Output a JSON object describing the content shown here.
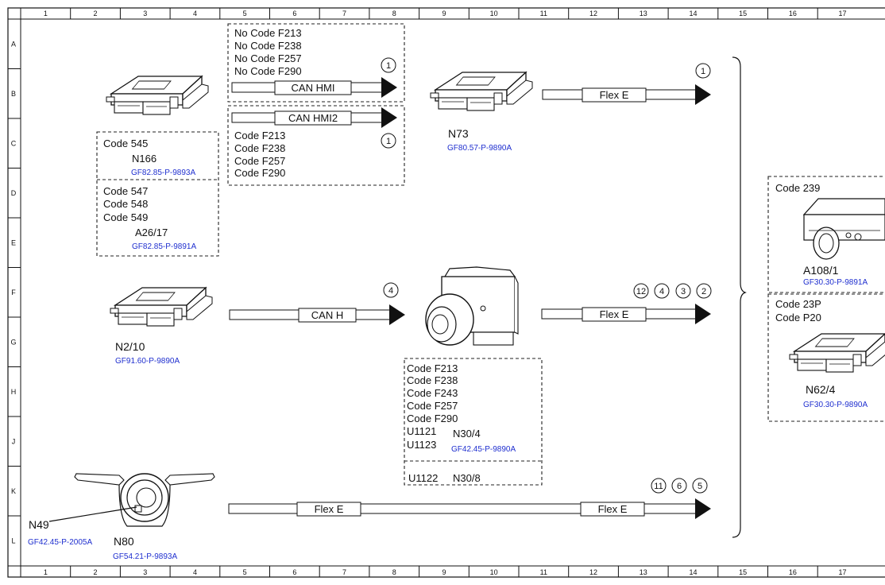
{
  "grid": {
    "columns": [
      "1",
      "2",
      "3",
      "4",
      "5",
      "6",
      "7",
      "8",
      "9",
      "10",
      "11",
      "12",
      "13",
      "14",
      "15",
      "16",
      "17"
    ],
    "rows": [
      "A",
      "B",
      "C",
      "D",
      "E",
      "F",
      "G",
      "H",
      "J",
      "K",
      "L"
    ]
  },
  "boxes": {
    "no_code": [
      "No Code F213",
      "No Code F238",
      "No Code F257",
      "No Code F290"
    ],
    "code_f": [
      "Code F213",
      "Code F238",
      "Code F257",
      "Code F290"
    ],
    "code545": {
      "code": "Code 545",
      "name": "N166",
      "ref": "GF82.85-P-9893A"
    },
    "code547": {
      "codes": [
        "Code 547",
        "Code 548",
        "Code 549"
      ],
      "name": "A26/17",
      "ref": "GF82.85-P-9891A"
    },
    "n30_codes": [
      "Code F213",
      "Code F238",
      "Code F243",
      "Code F257",
      "Code F290",
      "U1121",
      "U1123"
    ],
    "n30_4": {
      "name": "N30/4",
      "ref": "GF42.45-P-9890A"
    },
    "n30_8": {
      "code": "U1122",
      "name": "N30/8"
    },
    "code239": {
      "code": "Code 239",
      "name": "A108/1",
      "ref": "GF30.30-P-9891A"
    },
    "code23p": {
      "codes": [
        "Code 23P",
        "Code P20"
      ],
      "name": "N62/4",
      "ref": "GF30.30-P-9890A"
    }
  },
  "components": {
    "n73": {
      "name": "N73",
      "ref": "GF80.57-P-9890A"
    },
    "n2_10": {
      "name": "N2/10",
      "ref": "GF91.60-P-9890A"
    },
    "n49": {
      "name": "N49",
      "ref": "GF42.45-P-2005A"
    },
    "n80": {
      "name": "N80",
      "ref": "GF54.21-P-9893A"
    }
  },
  "buses": {
    "can_hmi": "CAN HMI",
    "can_hmi2": "CAN HMI2",
    "flex_e": "Flex E",
    "can_h": "CAN H"
  },
  "callouts": {
    "hmi": "1",
    "hmi2": "1",
    "n73_flex": "1",
    "can_h": "4",
    "abs_flex": [
      "12",
      "4",
      "3",
      "2"
    ],
    "bottom_flex": [
      "11",
      "6",
      "5"
    ]
  }
}
